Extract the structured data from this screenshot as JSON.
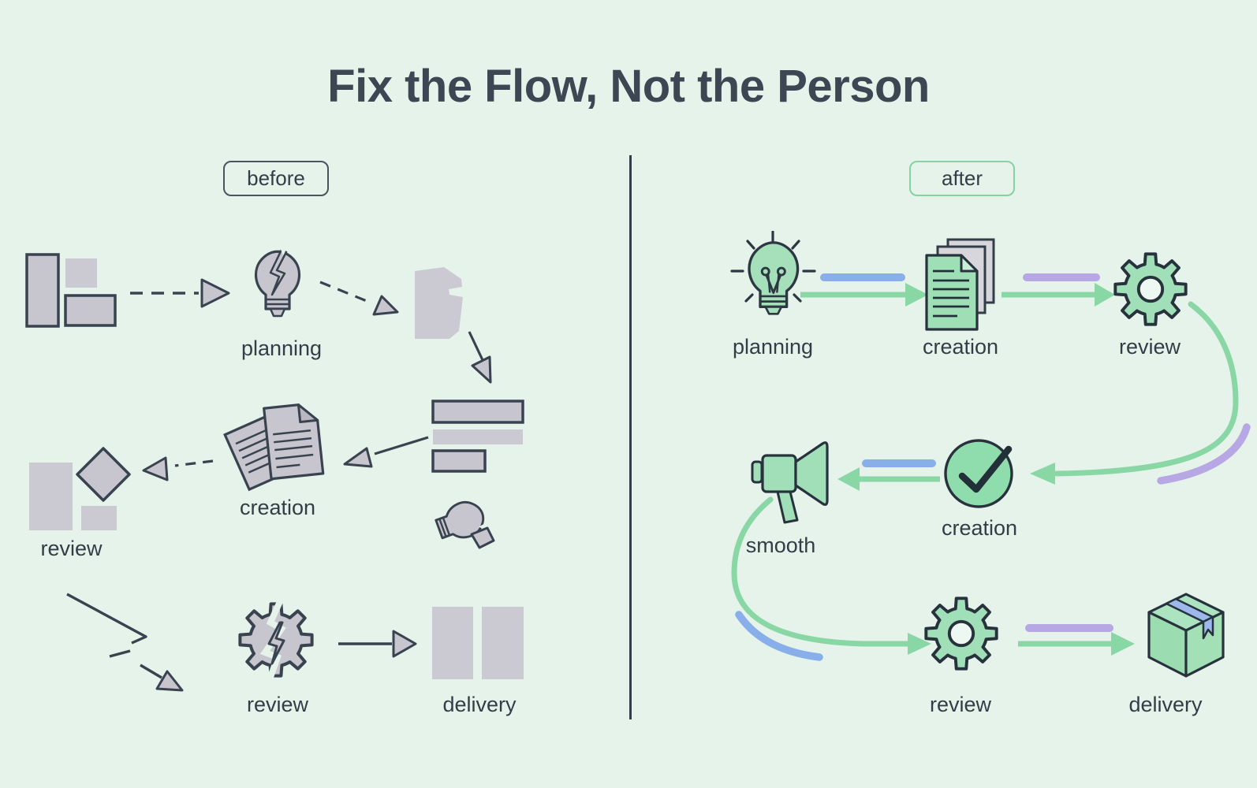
{
  "title": "Fix the Flow, Not the Person",
  "panels": {
    "before": {
      "badge": "before",
      "labels": {
        "planning": "planning",
        "creation": "creation",
        "review_blocks": "review",
        "review_gear": "review",
        "delivery": "delivery"
      },
      "icon_names": [
        "misaligned-blocks",
        "broken-lightbulb",
        "torn-paper",
        "stacked-bars",
        "scattered-documents",
        "review-blocks",
        "fallen-broken-lightbulb",
        "broken-gear",
        "delivery-blocks"
      ]
    },
    "after": {
      "badge": "after",
      "labels": {
        "planning": "planning",
        "creation_docs": "creation",
        "review_top": "review",
        "creation_check": "creation",
        "smooth": "smooth",
        "review_bottom": "review",
        "delivery": "delivery"
      },
      "icon_names": [
        "idea-lightbulb",
        "document-stack",
        "gear",
        "check-circle",
        "megaphone",
        "gear",
        "package-box"
      ]
    }
  },
  "colors": {
    "background": "#e5f3ea",
    "title_text": "#3d4753",
    "label_text": "#323d48",
    "outline_dark": "#39434f",
    "gray_fill": "#c7c5ce",
    "gray_fill_soft": "#cbc9d2",
    "green_fill": "#a0dfb8",
    "green_arrow": "#8ad7a6",
    "blue_accent": "#88afe9",
    "purple_accent": "#b7a7e4",
    "after_badge_border": "#83d4a1",
    "before_badge_border": "#4a545e"
  }
}
